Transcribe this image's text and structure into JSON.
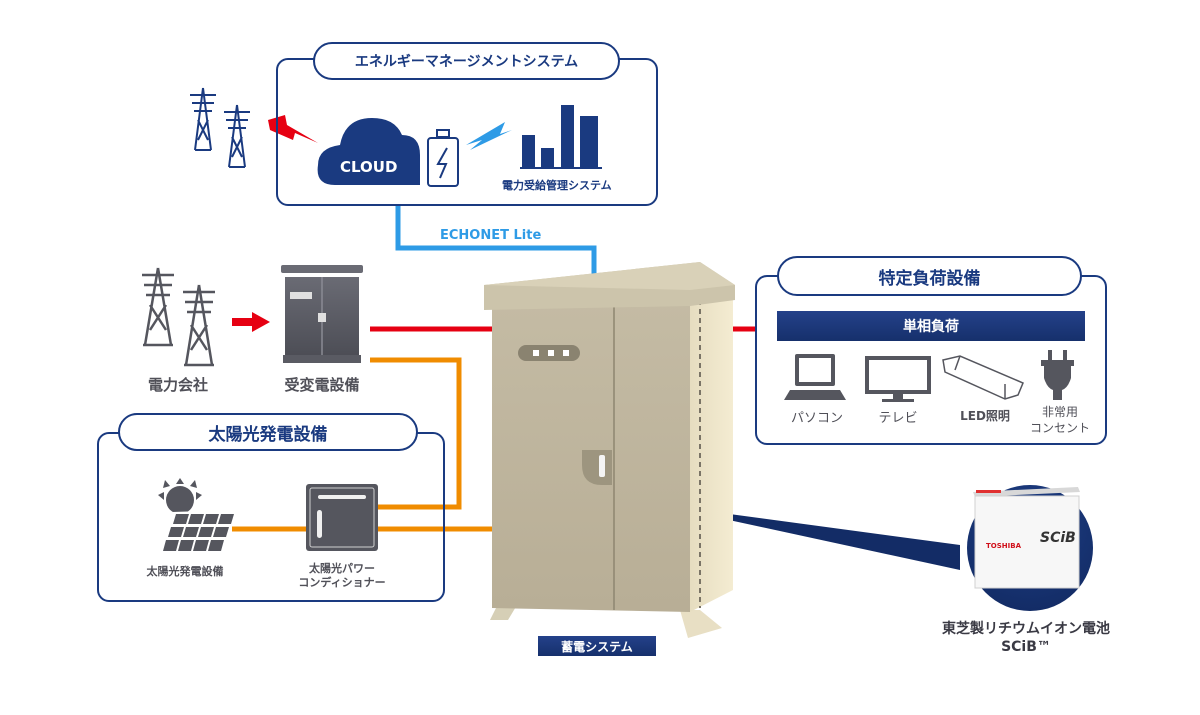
{
  "ems": {
    "title": "エネルギーマネージメントシステム",
    "cloud_label": "CLOUD",
    "system_label": "電力受給管理システム"
  },
  "connection": {
    "protocol_label": "ECHONET Lite"
  },
  "grid": {
    "power_company_label": "電力会社",
    "substation_label": "受変電設備"
  },
  "solar": {
    "title": "太陽光発電設備",
    "panel_label": "太陽光発電設備",
    "conditioner_label_line1": "太陽光パワー",
    "conditioner_label_line2": "コンディショナー"
  },
  "storage": {
    "label": "蓄電システム"
  },
  "load": {
    "title": "特定負荷設備",
    "subtitle": "単相負荷",
    "items": [
      {
        "icon": "laptop-icon",
        "label": "パソコン"
      },
      {
        "icon": "tv-icon",
        "label": "テレビ"
      },
      {
        "icon": "led-light-icon",
        "label": "LED照明"
      },
      {
        "icon": "plug-icon",
        "label_line1": "非常用",
        "label_line2": "コンセント"
      }
    ]
  },
  "battery": {
    "brand": "TOSHIBA",
    "product": "SCiB",
    "caption_line1": "東芝製リチウムイオン電池",
    "caption_line2": "SCiB™"
  },
  "colors": {
    "navy": "#1a3a80",
    "grid_line": "#e60012",
    "solar_line": "#f08c00",
    "comm_line": "#2e9be6",
    "icon_gray": "#55565e"
  }
}
